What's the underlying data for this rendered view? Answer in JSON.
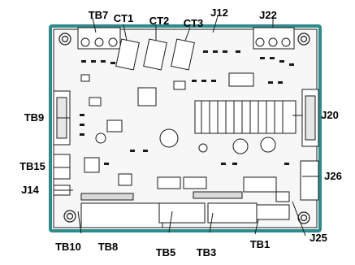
{
  "labels": {
    "tb7": "TB7",
    "ct1": "CT1",
    "ct2": "CT2",
    "ct3": "CT3",
    "j12": "J12",
    "j22": "J22",
    "tb9": "TB9",
    "j20": "J20",
    "tb15": "TB15",
    "j14": "J14",
    "j26": "J26",
    "tb10": "TB10",
    "tb8": "TB8",
    "tb5": "TB5",
    "tb3": "TB3",
    "tb1": "TB1",
    "j25": "J25"
  },
  "colors": {
    "board_outline": "#2e8b8b",
    "line": "#1a1a1a",
    "paper": "#ffffff"
  }
}
